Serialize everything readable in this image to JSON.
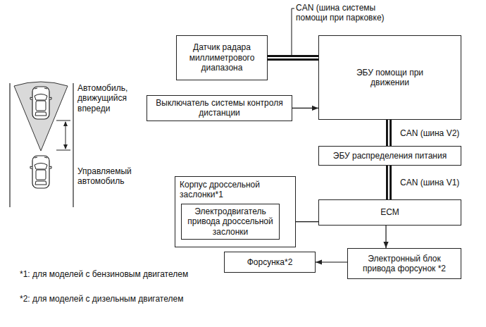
{
  "diagram": {
    "nodes": [
      {
        "text": [
          "Датчик радара миллиметрового диапазона"
        ]
      },
      {
        "text": [
          "ЭБУ помощи при движении"
        ]
      },
      {
        "text": [
          "Выключатель системы контроля дистанции"
        ]
      },
      {
        "text": [
          "ЭБУ распределения питания"
        ]
      },
      {
        "text": [
          "Корпус дроссельной заслонки*1"
        ]
      },
      {
        "text": [
          "Электродвигатель привода дроссельной заслонки"
        ],
        "in": 4
      },
      {
        "text": [
          "ECM"
        ]
      },
      {
        "text": [
          "Электронный блок привода форсунок *2"
        ]
      },
      {
        "text": [
          "Форсунка*2"
        ]
      }
    ],
    "edges": [
      {
        "from": 0,
        "to": 1,
        "arrow": "none",
        "label": "CAN (шина системы помощи при парковке)"
      },
      {
        "from": 2,
        "to": 1,
        "arrow": "to"
      },
      {
        "from": 1,
        "to": 3,
        "arrow": "none",
        "label": "CAN (шина V2)"
      },
      {
        "from": 3,
        "to": 6,
        "arrow": "none",
        "label": "CAN (шина V1)"
      },
      {
        "from": 6,
        "to": 5,
        "arrow": "to"
      },
      {
        "from": 6,
        "to": 7,
        "arrow": "to"
      },
      {
        "from": 7,
        "to": 8,
        "arrow": "to"
      }
    ],
    "labels": [
      "Автомобиль, движущийся впереди",
      "Управляемый автомобиль",
      "*1: для моделей с бензиновым двигателем",
      "*2: для моделей с дизельным двигателем"
    ]
  }
}
